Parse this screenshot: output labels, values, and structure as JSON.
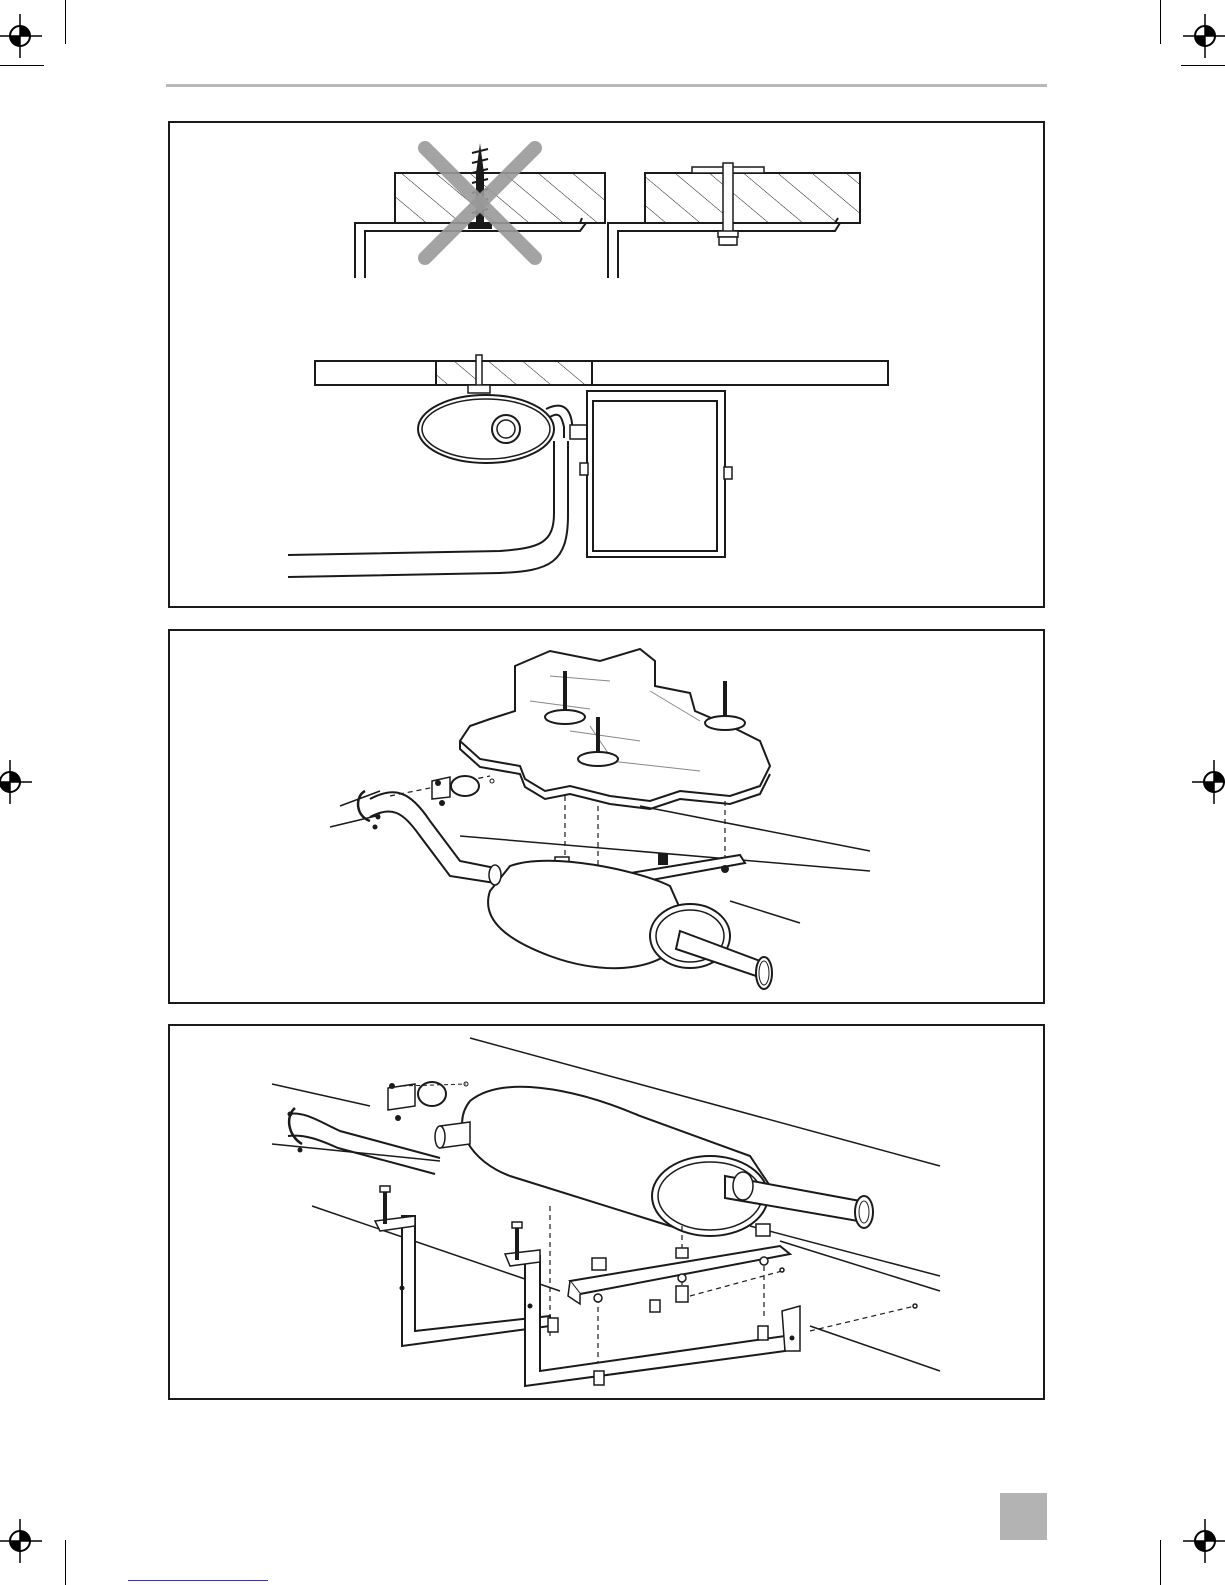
{
  "page": {
    "figures": [
      {
        "id": "fig-1",
        "name": "mounting-detail"
      },
      {
        "id": "fig-2",
        "name": "muffler-floor-mount"
      },
      {
        "id": "fig-3",
        "name": "muffler-bracket-mount"
      }
    ]
  },
  "icons": {
    "registration_mark": "crosshair-circle",
    "prohibited_mark": "x-cross",
    "page_tab": "grey-square"
  },
  "colors": {
    "line": "#1a1a1a",
    "cross": "#9a9a9a",
    "hatch": "#1a1a1a",
    "header_rule": "#b8b8b8",
    "page_tab": "#b3b3b3"
  }
}
